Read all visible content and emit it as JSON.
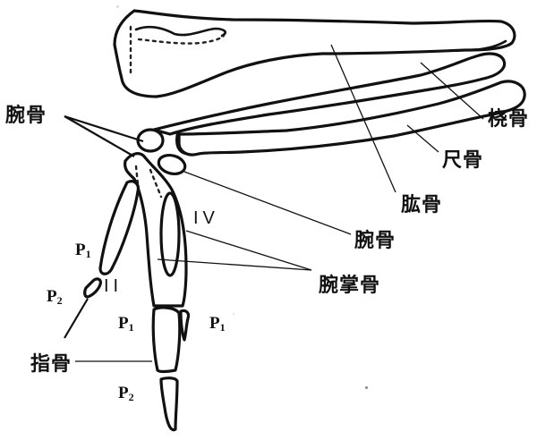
{
  "figure": {
    "type": "anatomical-line-drawing",
    "subject": "bird wing skeleton (forearm, wrist, hand)",
    "ink_color": "#111111",
    "background": "#ffffff"
  },
  "labels": {
    "carpal_upper": "腕骨",
    "radius": "桡骨",
    "ulna": "尺骨",
    "humerus": "肱骨",
    "carpal_lower": "腕骨",
    "carpometacarpus": "腕掌骨",
    "phalanges": "指骨",
    "digit_iv": "IV",
    "digit_ii": "II",
    "p1_left": {
      "base": "P",
      "sub": "1"
    },
    "p2_left": {
      "base": "P",
      "sub": "2"
    },
    "p1_mid": {
      "base": "P",
      "sub": "1"
    },
    "p1_right": {
      "base": "P",
      "sub": "1"
    },
    "p2_bottom": {
      "base": "P",
      "sub": "2"
    }
  }
}
